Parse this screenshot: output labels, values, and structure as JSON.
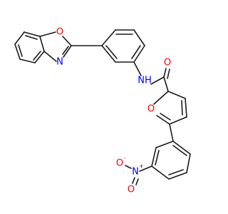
{
  "molecule": {
    "colors": {
      "bond": "#1a1a1a",
      "oxygen": "#ff0000",
      "nitrogen": "#0000ff",
      "carbon": "#1a1a1a"
    },
    "labels": {
      "benzoxazole_o": "O",
      "benzoxazole_n": "N",
      "amide_nh": "NH",
      "amide_o": "O",
      "furan_o": "O",
      "nitro_n": "N",
      "nitro_n_charge": "+",
      "nitro_o_minus": "O",
      "nitro_o_minus_charge": "-",
      "nitro_o": "O"
    }
  }
}
